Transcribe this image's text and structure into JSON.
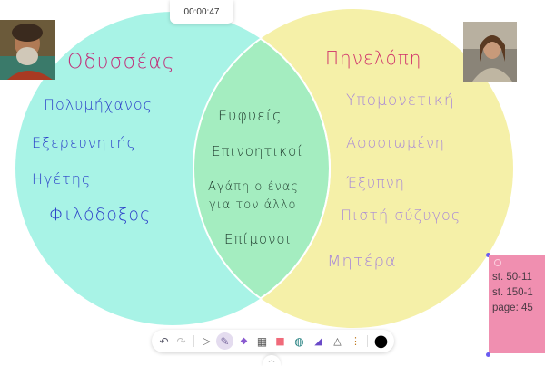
{
  "timer": {
    "elapsed": "00:00:47"
  },
  "venn": {
    "colors": {
      "left": "#a8f3e6",
      "right": "#f5f0a8",
      "overlap": "#a4edc0",
      "outline": "#ffffff"
    },
    "left": {
      "title": "Οδυσσέας",
      "title_color": "#c0307a",
      "items_color": "#2a3ec8",
      "items": [
        "Πολυμήχανος",
        "Εξερευνητής",
        "Ηγέτης",
        "Φιλόδοξος"
      ]
    },
    "overlap": {
      "items_color": "#1e3a2c",
      "items": [
        "Ευφυείς",
        "Επινοητικοί",
        "Αγάπη ο ένας",
        "για τον άλλο",
        "Επίμονοι"
      ]
    },
    "right": {
      "title": "Πηνελόπη",
      "title_color": "#d0306a",
      "items_color": "#a888d8",
      "items": [
        "Υπομονετική",
        "Αφοσιωμένη",
        "Έξυπνη",
        "Πιστή σύζυγος",
        "Μητέρα"
      ]
    }
  },
  "portraits": {
    "left": {
      "label": "Odysseus portrait"
    },
    "right": {
      "label": "Penelope portrait"
    }
  },
  "sticky_note": {
    "color": "#f08fb0",
    "lines": [
      "st. 50-11",
      "st. 150-1",
      "page: 45"
    ]
  },
  "toolbar": {
    "tools": [
      {
        "name": "undo",
        "icon": "↶"
      },
      {
        "name": "redo",
        "icon": "↷"
      },
      {
        "name": "select",
        "icon": "▷"
      },
      {
        "name": "pen",
        "icon": "✎",
        "active": true
      },
      {
        "name": "eraser",
        "icon": "◆"
      },
      {
        "name": "table",
        "icon": "▦"
      },
      {
        "name": "sticky-note",
        "icon": "■"
      },
      {
        "name": "web",
        "icon": "◍"
      },
      {
        "name": "ruler",
        "icon": "◢"
      },
      {
        "name": "shapes",
        "icon": "△"
      },
      {
        "name": "more",
        "icon": "⋮"
      },
      {
        "name": "color",
        "icon": "●"
      }
    ],
    "collapse_icon": "︿"
  }
}
